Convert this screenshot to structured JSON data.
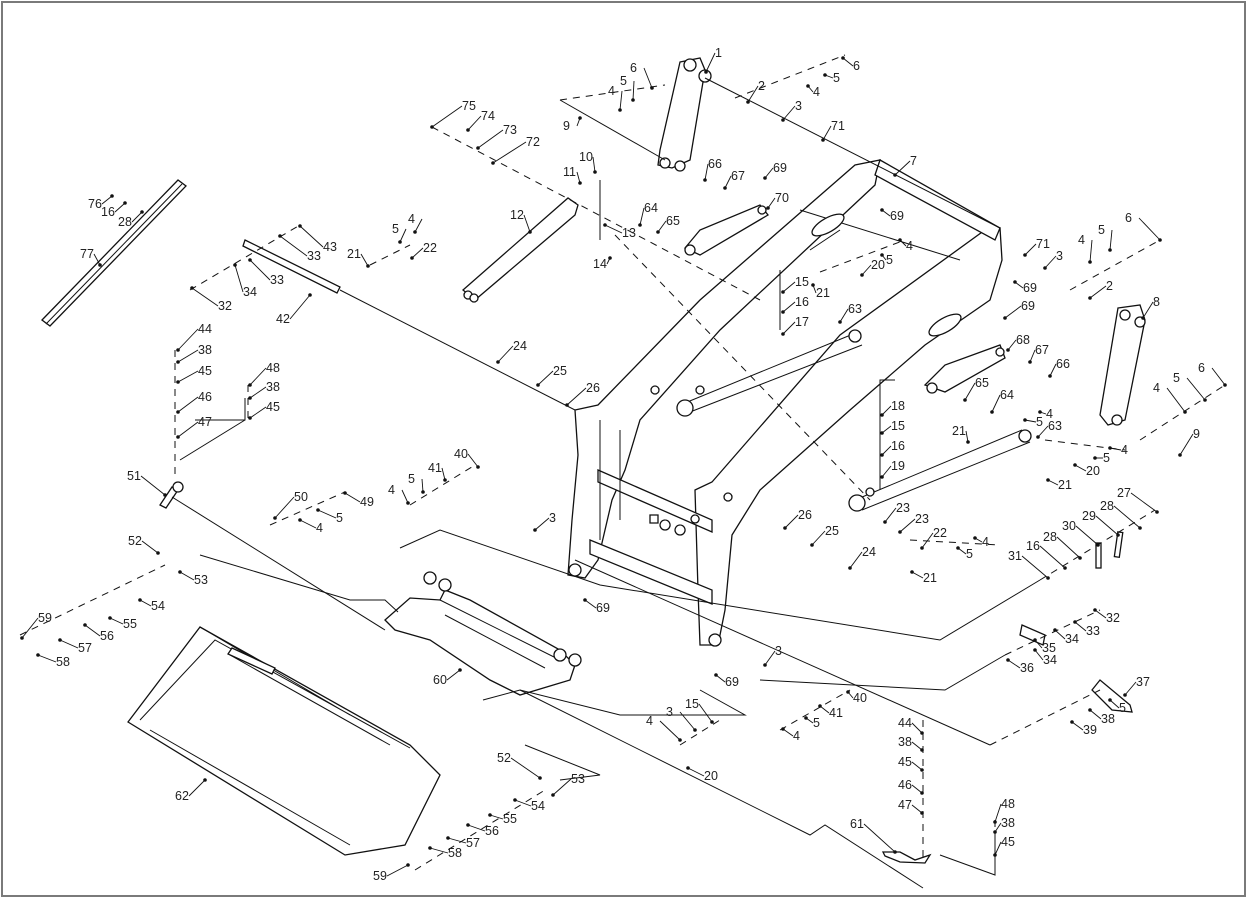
{
  "diagram": {
    "type": "exploded-parts-diagram",
    "subject": "front loader frame, lift arms, quick-attach plate and bucket",
    "colors": {
      "line": "#111111",
      "background": "#ffffff",
      "frame_border": "#7a7a7a"
    },
    "callouts": [
      {
        "id": "c1",
        "label": "1"
      },
      {
        "id": "c2",
        "label": "2"
      },
      {
        "id": "c3",
        "label": "3"
      },
      {
        "id": "c4",
        "label": "4"
      },
      {
        "id": "c5",
        "label": "5"
      },
      {
        "id": "c6",
        "label": "6"
      },
      {
        "id": "c9",
        "label": "9"
      },
      {
        "id": "c71",
        "label": "71"
      },
      {
        "id": "c4b",
        "label": "4"
      },
      {
        "id": "c5b",
        "label": "5"
      },
      {
        "id": "c6b",
        "label": "6"
      },
      {
        "id": "c7",
        "label": "7"
      },
      {
        "id": "c69a",
        "label": "69"
      },
      {
        "id": "c10",
        "label": "10"
      },
      {
        "id": "c11",
        "label": "11"
      },
      {
        "id": "c12",
        "label": "12"
      },
      {
        "id": "c13",
        "label": "13"
      },
      {
        "id": "c14",
        "label": "14"
      },
      {
        "id": "c64",
        "label": "64"
      },
      {
        "id": "c65",
        "label": "65"
      },
      {
        "id": "c66",
        "label": "66"
      },
      {
        "id": "c67",
        "label": "67"
      },
      {
        "id": "c69b",
        "label": "69"
      },
      {
        "id": "c70",
        "label": "70"
      },
      {
        "id": "c75",
        "label": "75"
      },
      {
        "id": "c74",
        "label": "74"
      },
      {
        "id": "c73",
        "label": "73"
      },
      {
        "id": "c72",
        "label": "72"
      },
      {
        "id": "c76",
        "label": "76"
      },
      {
        "id": "c16a",
        "label": "16"
      },
      {
        "id": "c28a",
        "label": "28"
      },
      {
        "id": "c77",
        "label": "77"
      },
      {
        "id": "c43",
        "label": "43"
      },
      {
        "id": "c33a",
        "label": "33"
      },
      {
        "id": "c33b",
        "label": "33"
      },
      {
        "id": "c34a",
        "label": "34"
      },
      {
        "id": "c32a",
        "label": "32"
      },
      {
        "id": "c42",
        "label": "42"
      },
      {
        "id": "c21a",
        "label": "21"
      },
      {
        "id": "c5c",
        "label": "5"
      },
      {
        "id": "c4c",
        "label": "4"
      },
      {
        "id": "c22a",
        "label": "22"
      },
      {
        "id": "c15a",
        "label": "15"
      },
      {
        "id": "c16b",
        "label": "16"
      },
      {
        "id": "c17",
        "label": "17"
      },
      {
        "id": "c20a",
        "label": "20"
      },
      {
        "id": "c21b",
        "label": "21"
      },
      {
        "id": "c5d",
        "label": "5"
      },
      {
        "id": "c4d",
        "label": "4"
      },
      {
        "id": "c63a",
        "label": "63"
      },
      {
        "id": "c71b",
        "label": "71"
      },
      {
        "id": "c3b",
        "label": "3"
      },
      {
        "id": "c4e",
        "label": "4"
      },
      {
        "id": "c5e",
        "label": "5"
      },
      {
        "id": "c6c",
        "label": "6"
      },
      {
        "id": "c2b",
        "label": "2"
      },
      {
        "id": "c69c",
        "label": "69"
      },
      {
        "id": "c69d",
        "label": "69"
      },
      {
        "id": "c68",
        "label": "68"
      },
      {
        "id": "c67b",
        "label": "67"
      },
      {
        "id": "c66b",
        "label": "66"
      },
      {
        "id": "c8",
        "label": "8"
      },
      {
        "id": "c6d",
        "label": "6"
      },
      {
        "id": "c5f",
        "label": "5"
      },
      {
        "id": "c4f",
        "label": "4"
      },
      {
        "id": "c9b",
        "label": "9"
      },
      {
        "id": "c65b",
        "label": "65"
      },
      {
        "id": "c64b",
        "label": "64"
      },
      {
        "id": "c18",
        "label": "18"
      },
      {
        "id": "c15b",
        "label": "15"
      },
      {
        "id": "c16c",
        "label": "16"
      },
      {
        "id": "c19",
        "label": "19"
      },
      {
        "id": "c21c",
        "label": "21"
      },
      {
        "id": "c4g",
        "label": "4"
      },
      {
        "id": "c5g",
        "label": "5"
      },
      {
        "id": "c63b",
        "label": "63"
      },
      {
        "id": "c4h",
        "label": "4"
      },
      {
        "id": "c5h",
        "label": "5"
      },
      {
        "id": "c20b",
        "label": "20"
      },
      {
        "id": "c21d",
        "label": "21"
      },
      {
        "id": "c24a",
        "label": "24"
      },
      {
        "id": "c25a",
        "label": "25"
      },
      {
        "id": "c26a",
        "label": "26"
      },
      {
        "id": "c44a",
        "label": "44"
      },
      {
        "id": "c38a",
        "label": "38"
      },
      {
        "id": "c45a",
        "label": "45"
      },
      {
        "id": "c46a",
        "label": "46"
      },
      {
        "id": "c47a",
        "label": "47"
      },
      {
        "id": "c48a",
        "label": "48"
      },
      {
        "id": "c38b",
        "label": "38"
      },
      {
        "id": "c45b",
        "label": "45"
      },
      {
        "id": "c51",
        "label": "51"
      },
      {
        "id": "c50",
        "label": "50"
      },
      {
        "id": "c49",
        "label": "49"
      },
      {
        "id": "c5i",
        "label": "5"
      },
      {
        "id": "c4i",
        "label": "4"
      },
      {
        "id": "c40a",
        "label": "40"
      },
      {
        "id": "c41a",
        "label": "41"
      },
      {
        "id": "c5j",
        "label": "5"
      },
      {
        "id": "c4j",
        "label": "4"
      },
      {
        "id": "c3c",
        "label": "3"
      },
      {
        "id": "c69e",
        "label": "69"
      },
      {
        "id": "c26b",
        "label": "26"
      },
      {
        "id": "c25b",
        "label": "25"
      },
      {
        "id": "c24b",
        "label": "24"
      },
      {
        "id": "c23a",
        "label": "23"
      },
      {
        "id": "c23b",
        "label": "23"
      },
      {
        "id": "c22b",
        "label": "22"
      },
      {
        "id": "c4k",
        "label": "4"
      },
      {
        "id": "c5k",
        "label": "5"
      },
      {
        "id": "c21e",
        "label": "21"
      },
      {
        "id": "c27",
        "label": "27"
      },
      {
        "id": "c28b",
        "label": "28"
      },
      {
        "id": "c29",
        "label": "29"
      },
      {
        "id": "c30",
        "label": "30"
      },
      {
        "id": "c28c",
        "label": "28"
      },
      {
        "id": "c16d",
        "label": "16"
      },
      {
        "id": "c31",
        "label": "31"
      },
      {
        "id": "c32b",
        "label": "32"
      },
      {
        "id": "c33c",
        "label": "33"
      },
      {
        "id": "c34b",
        "label": "34"
      },
      {
        "id": "c35",
        "label": "35"
      },
      {
        "id": "c34c",
        "label": "34"
      },
      {
        "id": "c36",
        "label": "36"
      },
      {
        "id": "c37",
        "label": "37"
      },
      {
        "id": "c5l",
        "label": "5"
      },
      {
        "id": "c38c",
        "label": "38"
      },
      {
        "id": "c39",
        "label": "39"
      },
      {
        "id": "c3d",
        "label": "3"
      },
      {
        "id": "c69f",
        "label": "69"
      },
      {
        "id": "c40b",
        "label": "40"
      },
      {
        "id": "c41b",
        "label": "41"
      },
      {
        "id": "c5m",
        "label": "5"
      },
      {
        "id": "c4l",
        "label": "4"
      },
      {
        "id": "c15c",
        "label": "15"
      },
      {
        "id": "c3e",
        "label": "3"
      },
      {
        "id": "c4m",
        "label": "4"
      },
      {
        "id": "c20c",
        "label": "20"
      },
      {
        "id": "c44b",
        "label": "44"
      },
      {
        "id": "c38d",
        "label": "38"
      },
      {
        "id": "c45c",
        "label": "45"
      },
      {
        "id": "c46b",
        "label": "46"
      },
      {
        "id": "c47b",
        "label": "47"
      },
      {
        "id": "c61",
        "label": "61"
      },
      {
        "id": "c48b",
        "label": "48"
      },
      {
        "id": "c38e",
        "label": "38"
      },
      {
        "id": "c45d",
        "label": "45"
      },
      {
        "id": "c52a",
        "label": "52"
      },
      {
        "id": "c53a",
        "label": "53"
      },
      {
        "id": "c54a",
        "label": "54"
      },
      {
        "id": "c55a",
        "label": "55"
      },
      {
        "id": "c56a",
        "label": "56"
      },
      {
        "id": "c57a",
        "label": "57"
      },
      {
        "id": "c58a",
        "label": "58"
      },
      {
        "id": "c59a",
        "label": "59"
      },
      {
        "id": "c60",
        "label": "60"
      },
      {
        "id": "c62",
        "label": "62"
      },
      {
        "id": "c52b",
        "label": "52"
      },
      {
        "id": "c53b",
        "label": "53"
      },
      {
        "id": "c54b",
        "label": "54"
      },
      {
        "id": "c55b",
        "label": "55"
      },
      {
        "id": "c56b",
        "label": "56"
      },
      {
        "id": "c57b",
        "label": "57"
      },
      {
        "id": "c58b",
        "label": "58"
      },
      {
        "id": "c59b",
        "label": "59"
      }
    ]
  }
}
